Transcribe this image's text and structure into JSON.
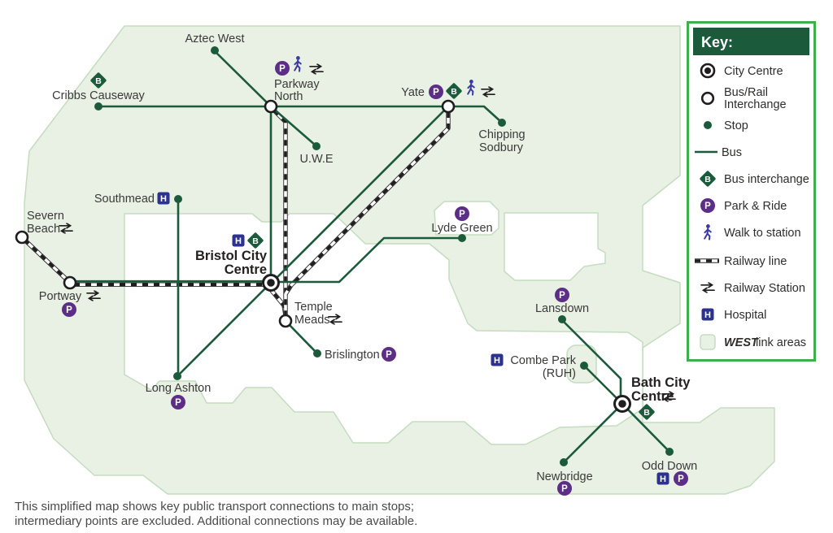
{
  "title": "Simplified public transport connections map (Bristol and Bath WESTlink areas)",
  "colors": {
    "line_green": "#1c5a3c",
    "key_border_green": "#3fae4d",
    "area_fill": "#e8f1e4",
    "area_border": "#c5dcc0",
    "park_ride_purple": "#5c2e86",
    "hospital_navy": "#2d3190",
    "walk_blue": "#3c3ba5",
    "rail_ink": "#1f1d1e",
    "label_text": "#3b3a39"
  },
  "icons": {
    "city-centre-icon": "black bullseye (ring + dot)",
    "interchange-icon": "white circle with black outline",
    "stop-icon": "small dark-green dot",
    "bus-interchange-icon": "dark-green diamond with white B",
    "park-and-ride-icon": "purple circle with white P",
    "walk-icon": "blue walking person",
    "railway-line-icon": "black and white dashed line",
    "railway-station-icon": "black double-arrow rail symbol",
    "hospital-icon": "navy square with white H",
    "westlink-area-icon": "pale green square"
  },
  "stops": {
    "aztec_west": {
      "label": "Aztec West"
    },
    "cribbs_causeway": {
      "label": "Cribbs Causeway"
    },
    "parkway_north": {
      "label_line1": "Parkway",
      "label_line2": "North"
    },
    "uwe": {
      "label": "U.W.E"
    },
    "yate": {
      "label": "Yate"
    },
    "chipping_sodbury": {
      "label_line1": "Chipping",
      "label_line2": "Sodbury"
    },
    "southmead": {
      "label": "Southmead"
    },
    "severn_beach": {
      "label_line1": "Severn",
      "label_line2": "Beach"
    },
    "portway": {
      "label": "Portway"
    },
    "bristol_city_centre": {
      "label_line1": "Bristol City",
      "label_line2": "Centre"
    },
    "temple_meads": {
      "label_line1": "Temple",
      "label_line2": "Meads"
    },
    "lyde_green": {
      "label": "Lyde Green"
    },
    "brislington": {
      "label": "Brislington"
    },
    "long_ashton": {
      "label": "Long Ashton"
    },
    "lansdown": {
      "label": "Lansdown"
    },
    "combe_park": {
      "label_line1": "Combe Park",
      "label_line2": "(RUH)"
    },
    "bath_city_centre": {
      "label_line1": "Bath City",
      "label_line2": "Centre"
    },
    "newbridge": {
      "label": "Newbridge"
    },
    "odd_down": {
      "label": "Odd Down"
    }
  },
  "key": {
    "title": "Key:",
    "items": [
      {
        "label": "City Centre"
      },
      {
        "label": "Bus/Rail",
        "label2": "Interchange"
      },
      {
        "label": "Stop"
      },
      {
        "label": "Bus"
      },
      {
        "label": "Bus interchange"
      },
      {
        "label": "Park & Ride"
      },
      {
        "label": "Walk to station"
      },
      {
        "label": "Railway line"
      },
      {
        "label": "Railway Station"
      },
      {
        "label": "Hospital"
      },
      {
        "bold": "WEST",
        "rest": "link areas"
      }
    ]
  },
  "caption": {
    "line1": "This simplified map shows key public transport connections to main stops;",
    "line2": "intermediary points are excluded. Additional connections may be available."
  }
}
